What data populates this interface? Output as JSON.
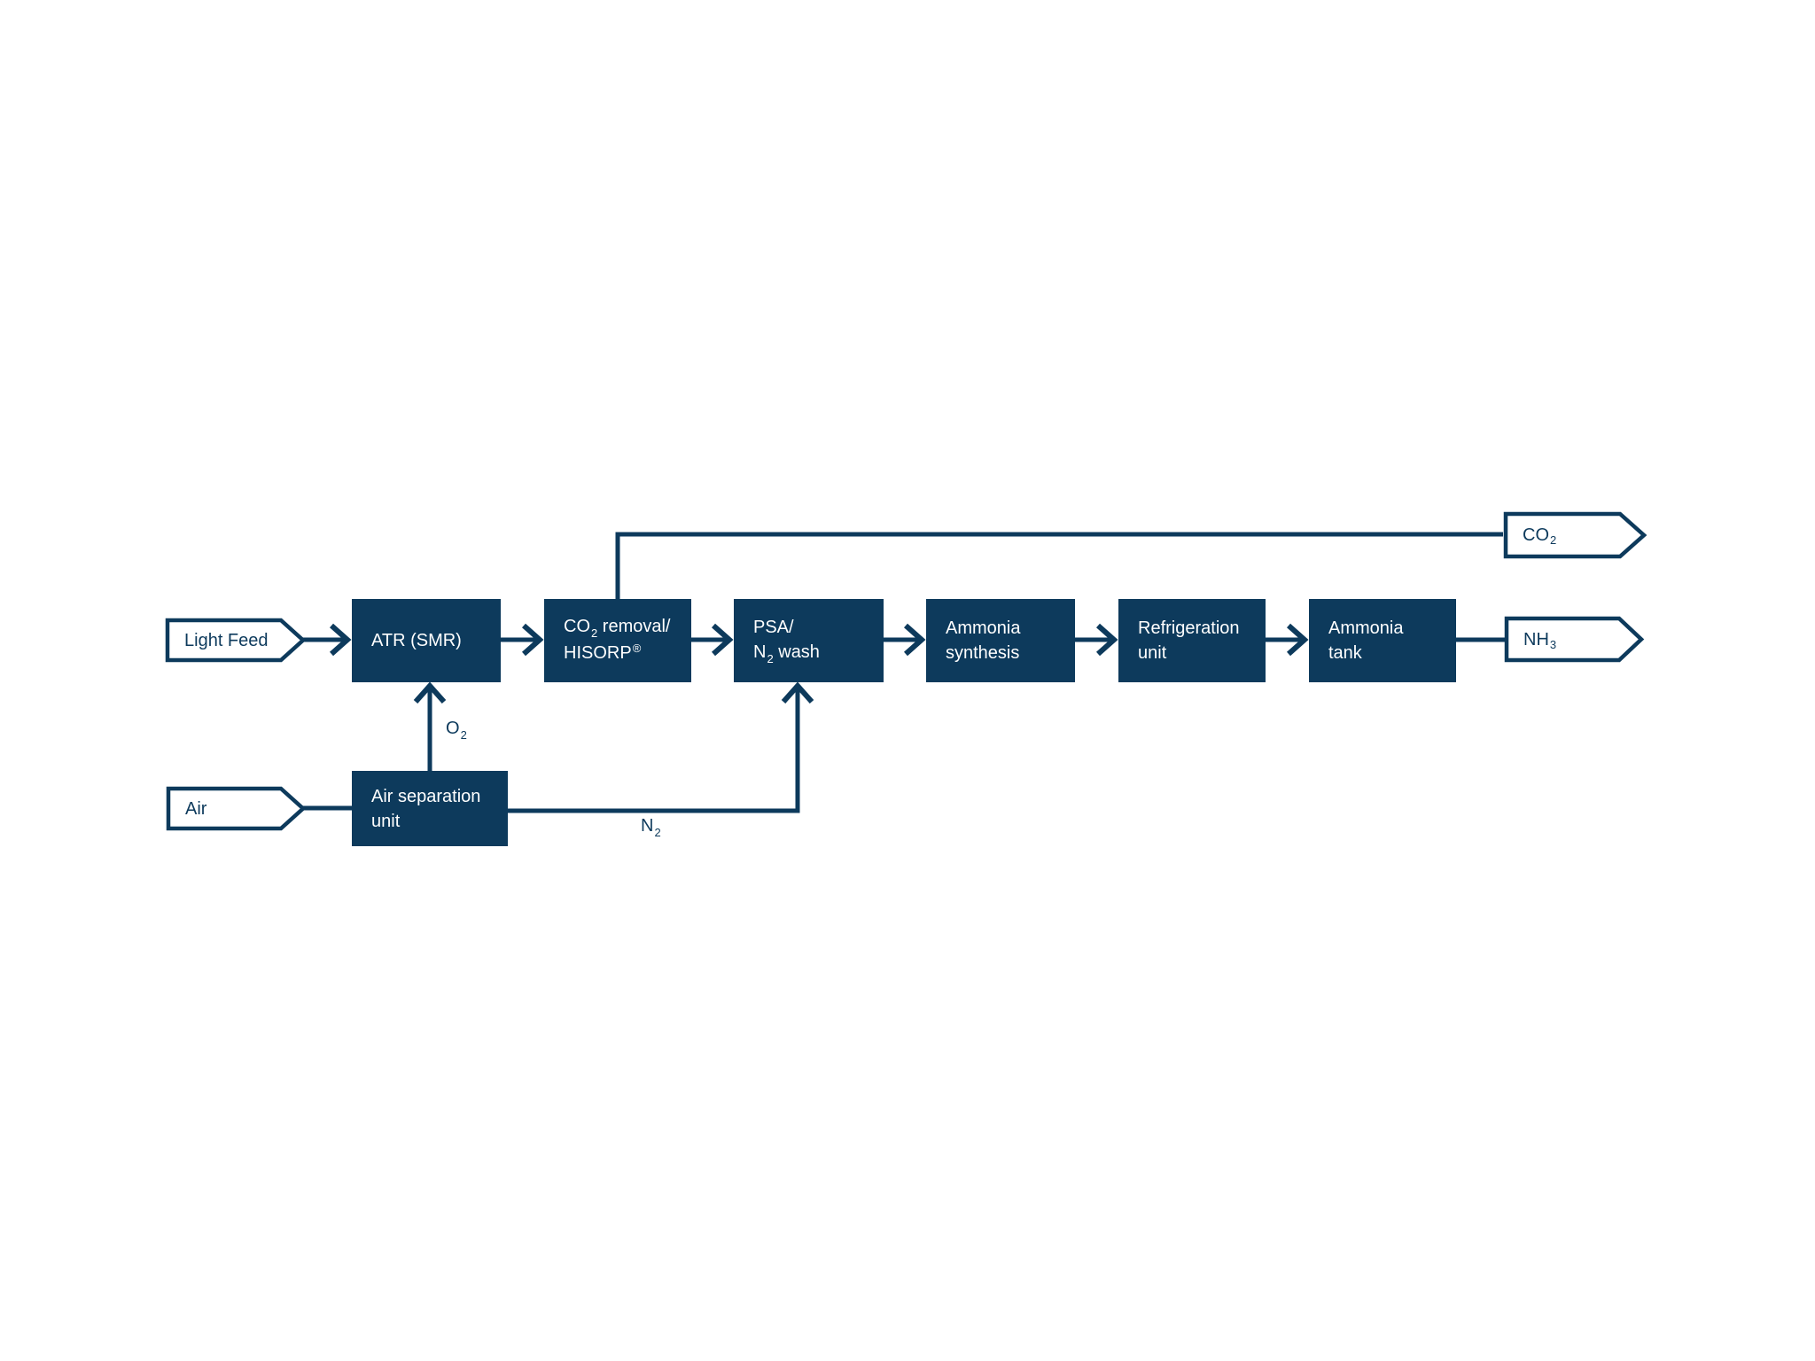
{
  "colors": {
    "navy": "#0d3a5c",
    "white": "#ffffff"
  },
  "inputs": {
    "light_feed": {
      "label": "Light Feed"
    },
    "air": {
      "label": "Air"
    }
  },
  "outputs": {
    "co2": {
      "base": "CO",
      "sub": "2"
    },
    "nh3": {
      "base": "NH",
      "sub": "3"
    }
  },
  "boxes": {
    "atr": {
      "line1": "ATR (SMR)"
    },
    "co2_removal": {
      "line1_pre": "CO",
      "line1_sub": "2",
      "line1_post": " removal/",
      "line2_base": "HISORP",
      "line2_sup": "®"
    },
    "psa": {
      "line1": "PSA/",
      "line2_pre": "N",
      "line2_sub": "2",
      "line2_post": " wash"
    },
    "ammonia_synthesis": {
      "line1": "Ammonia",
      "line2": "synthesis"
    },
    "refrigeration": {
      "line1": "Refrigeration",
      "line2": "unit"
    },
    "ammonia_tank": {
      "line1": "Ammonia",
      "line2": "tank"
    },
    "air_separation": {
      "line1": "Air separation",
      "line2": "unit"
    }
  },
  "streams": {
    "o2": {
      "base": "O",
      "sub": "2"
    },
    "n2": {
      "base": "N",
      "sub": "2"
    }
  }
}
